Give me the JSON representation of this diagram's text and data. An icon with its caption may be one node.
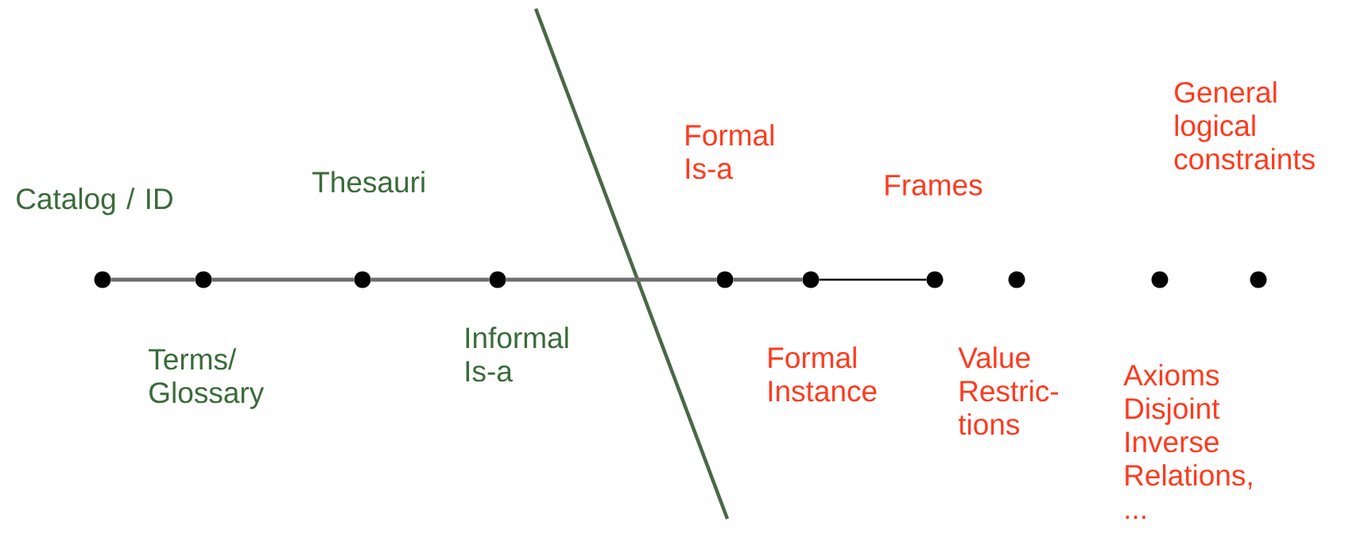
{
  "diagram": {
    "nodes": [
      {
        "text": [],
        "shape": "circle",
        "beside": [
          "Catalog / ID"
        ]
      },
      {
        "text": [],
        "shape": "circle",
        "beside": [
          "Terms/ Glossary"
        ]
      },
      {
        "text": [],
        "shape": "circle",
        "beside": [
          "Thesauri"
        ]
      },
      {
        "text": [],
        "shape": "circle",
        "beside": [
          "Informal Is-a"
        ]
      },
      {
        "text": [],
        "shape": "circle",
        "beside": [
          "Formal Is-a"
        ]
      },
      {
        "text": [],
        "shape": "circle",
        "beside": [
          "Formal Instance"
        ]
      },
      {
        "text": [],
        "shape": "circle",
        "beside": [
          "Frames"
        ]
      },
      {
        "text": [],
        "shape": "circle",
        "beside": [
          "Value Restric- tions"
        ]
      },
      {
        "text": [],
        "shape": "circle",
        "beside": [
          "Axioms Disjoint Inverse Relations, ..."
        ]
      },
      {
        "text": [],
        "shape": "circle",
        "beside": [
          "General logical constraints"
        ]
      }
    ],
    "edges": [
      {
        "from": 0,
        "to": 1,
        "arrow": "none"
      },
      {
        "from": 1,
        "to": 2,
        "arrow": "none"
      },
      {
        "from": 2,
        "to": 3,
        "arrow": "none"
      },
      {
        "from": 3,
        "to": 4,
        "arrow": "none"
      },
      {
        "from": 4,
        "to": 5,
        "arrow": "none"
      },
      {
        "from": 5,
        "to": 6,
        "arrow": "none",
        "color": "#000000"
      }
    ]
  }
}
